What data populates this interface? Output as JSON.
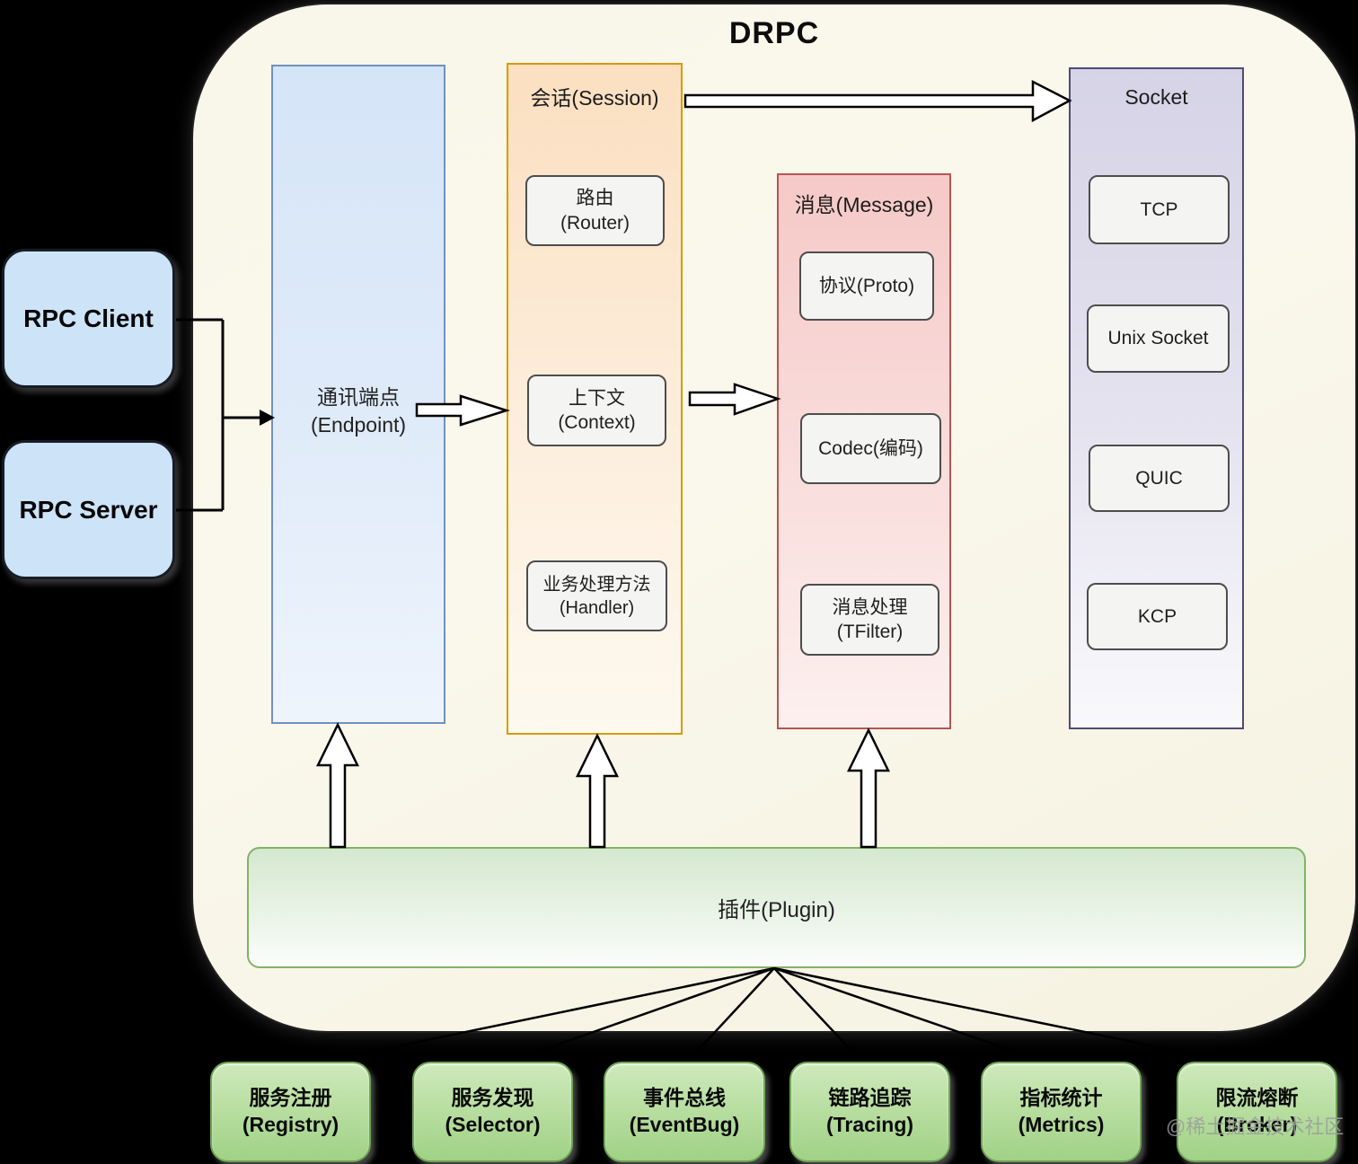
{
  "title": "DRPC",
  "watermark": "@稀土掘金技术社区",
  "nodes": {
    "client": "RPC Client",
    "server": "RPC Server"
  },
  "endpoint": {
    "label_line1": "通讯端点",
    "label_line2": "(Endpoint)"
  },
  "session": {
    "header": "会话(Session)",
    "boxes": [
      {
        "line1": "路由",
        "line2": "(Router)"
      },
      {
        "line1": "上下文",
        "line2": "(Context)"
      },
      {
        "line1": "业务处理方法",
        "line2": "(Handler)"
      }
    ]
  },
  "message": {
    "header": "消息(Message)",
    "boxes": [
      {
        "line1": "协议(Proto)"
      },
      {
        "line1": "Codec(编码)"
      },
      {
        "line1": "消息处理",
        "line2": "(TFilter)"
      }
    ]
  },
  "socket": {
    "header": "Socket",
    "boxes": [
      {
        "line1": "TCP"
      },
      {
        "line1": "Unix Socket"
      },
      {
        "line1": "QUIC"
      },
      {
        "line1": "KCP"
      }
    ]
  },
  "plugin_bar": {
    "label": "插件(Plugin)"
  },
  "plugins": [
    {
      "line1": "服务注册",
      "line2": "(Registry)"
    },
    {
      "line1": "服务发现",
      "line2": "(Selector)"
    },
    {
      "line1": "事件总线",
      "line2": "(EventBug)"
    },
    {
      "line1": "链路追踪",
      "line2": "(Tracing)"
    },
    {
      "line1": "指标统计",
      "line2": "(Metrics)"
    },
    {
      "line1": "限流熔断",
      "line2": "(Broker)"
    }
  ],
  "colors": {
    "endpoint_border": "#7191bd",
    "session_border": "#d79b00",
    "message_border": "#b85450",
    "socket_border": "#4f4b73",
    "plugin_border": "#82b366",
    "node_fill": "#cde3f8",
    "plugin_box_fill": "#aed795",
    "background": "#000000",
    "container_fill": "#f8f6e8"
  }
}
